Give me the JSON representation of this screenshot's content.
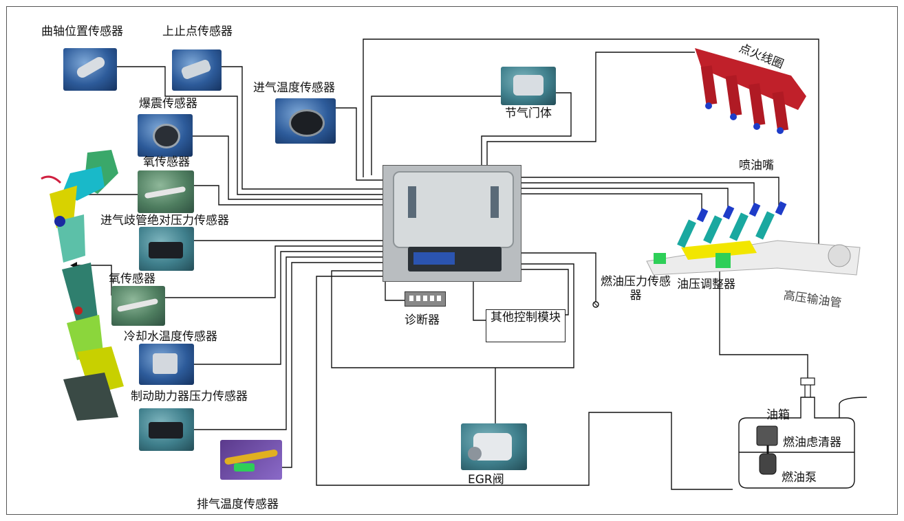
{
  "labels": {
    "crankshaft": "曲轴位置传感器",
    "tdc": "上止点传感器",
    "knock": "爆震传感器",
    "oxygen1": "氧传感器",
    "map": "进气歧管绝对压力传感器",
    "oxygen2": "氧传感器",
    "coolant": "冷却水温度传感器",
    "brake_booster": "制动助力器压力传感器",
    "exhaust_temp": "排气温度传感器",
    "intake_temp": "进气温度传感器",
    "throttle": "节气门体",
    "ignition_coil": "点火线圈",
    "injector": "喷油嘴",
    "fuel_pressure_sensor": "燃油压力传感器",
    "regulator": "油压调整器",
    "rail": "高压输油管",
    "diagnostic": "诊断器",
    "other_module": "其他控制模块",
    "egr": "EGR阀",
    "tank": "油箱",
    "filter": "燃油虑清器",
    "pump": "燃油泵"
  },
  "colors": {
    "wire": "#111111",
    "ecu_body": "#b9bdc0",
    "coil": "#c0202a",
    "injector_cap": "#1e3cc8",
    "injector_body": "#1aa8a0",
    "rail_highlight": "#f2e600",
    "green_part": "#2ecf58"
  }
}
